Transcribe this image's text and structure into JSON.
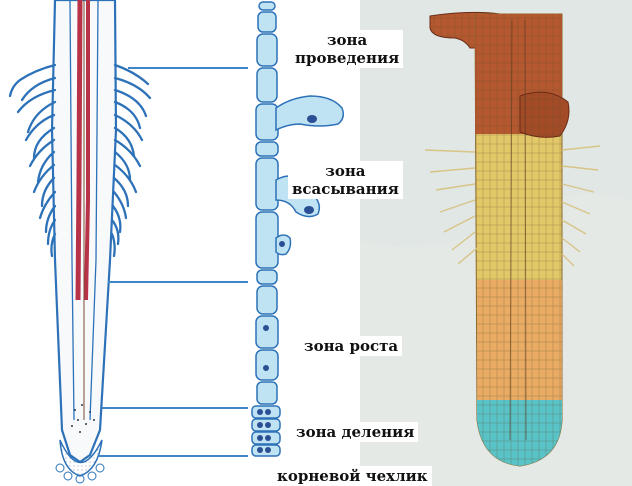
{
  "zones": [
    {
      "id": "conduction",
      "label_lines": [
        "зона",
        "проведения"
      ]
    },
    {
      "id": "absorption",
      "label_lines": [
        "зона",
        "всасывания"
      ]
    },
    {
      "id": "growth",
      "label_lines": [
        "зона роста"
      ]
    },
    {
      "id": "division",
      "label_lines": [
        "зона деления"
      ]
    },
    {
      "id": "root-cap",
      "label_lines": [
        "корневой чехлик"
      ]
    }
  ],
  "colors": {
    "line_blue": "#3f86c8",
    "root_outline": "#2d72b8",
    "cell_fill": "#bfe3f2",
    "nucleus": "#2a4f95",
    "xylem_red": "#b83248",
    "photo_brown": "#b5582f",
    "photo_yellow": "#e3c86a",
    "photo_orange": "#eda063",
    "photo_cyan": "#59c3c7"
  }
}
